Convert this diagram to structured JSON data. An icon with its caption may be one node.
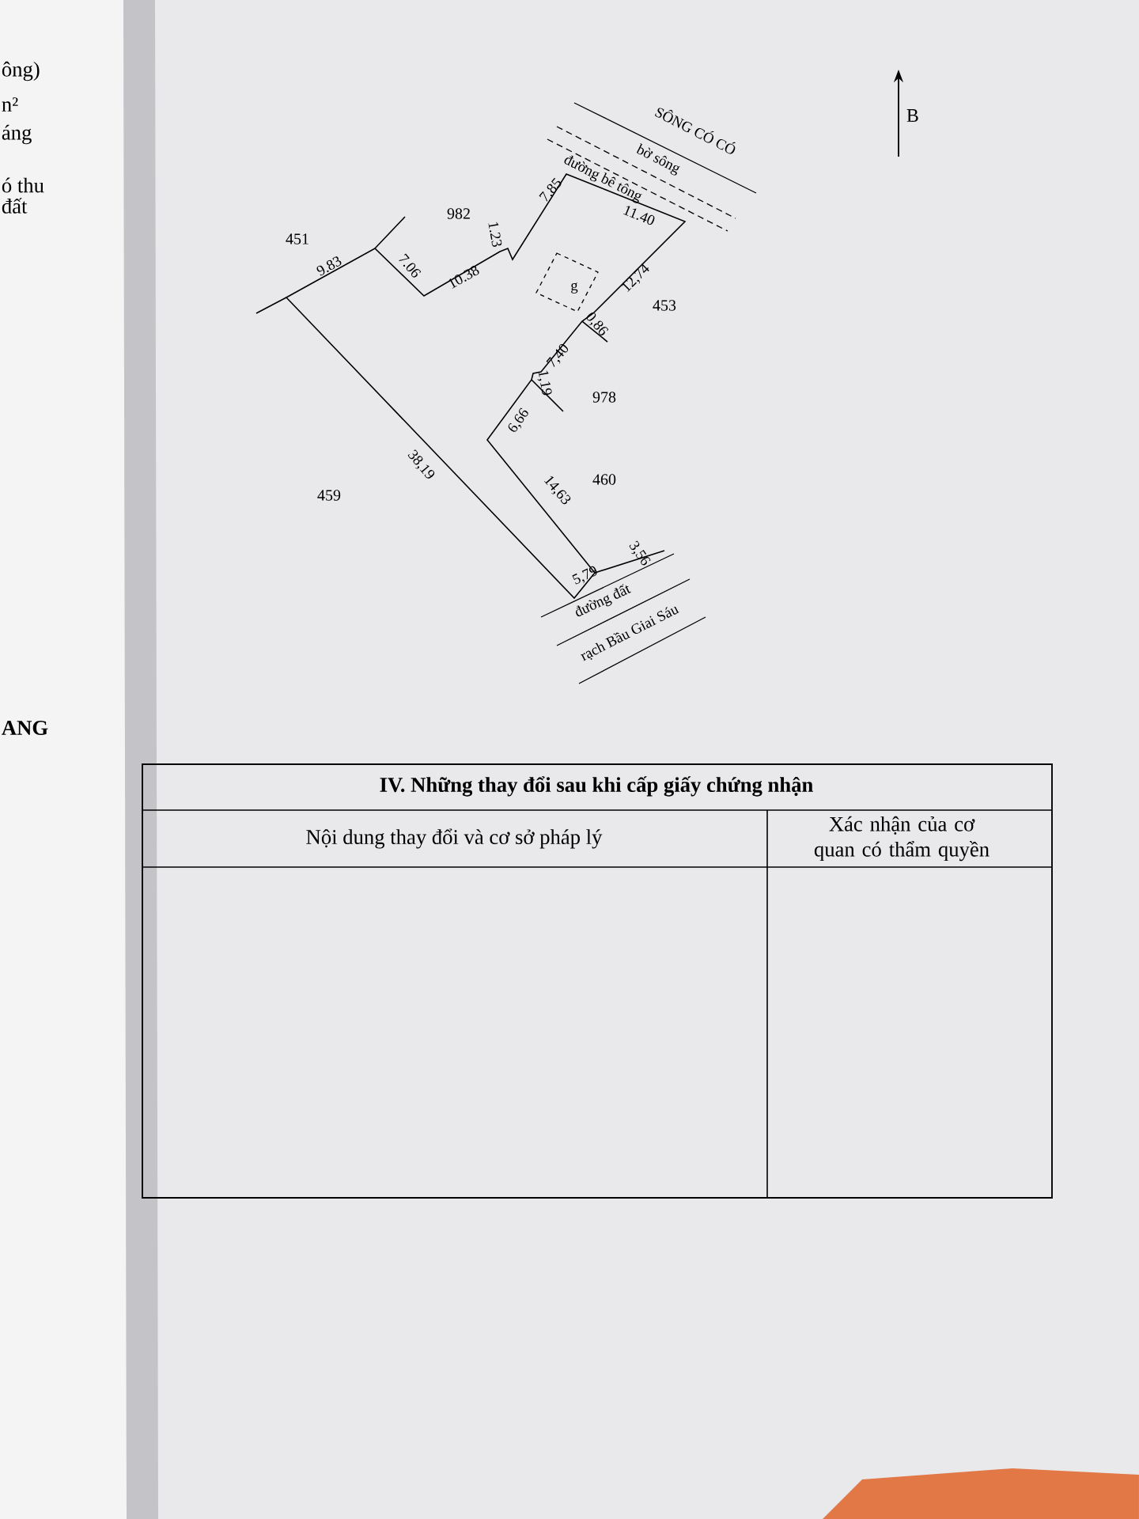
{
  "diagram": {
    "labels": [
      "ông)",
      "n²",
      "áng",
      "ó thu",
      "đất",
      "SÔNG CÓ CÓ",
      "bờ sông",
      "đường bê tông",
      "B",
      "451",
      "982",
      "7.85",
      "1.23",
      "11.40",
      "9.83",
      "7.06",
      "10.38",
      "g",
      "12,74",
      "0,86",
      "453",
      "7,40",
      "1,19",
      "978",
      "6,66",
      "38,19",
      "460",
      "459",
      "14,63",
      "3,56",
      "5,79",
      "đường đất",
      "rạch Bầu Giai Sáu",
      "ANG",
      "IV. Những thay đổi sau khi cấp giấy chứng nhận",
      "Nội dung thay đổi và cơ sở pháp lý",
      "Xác nhận của cơ quan có thẩm quyền"
    ]
  }
}
